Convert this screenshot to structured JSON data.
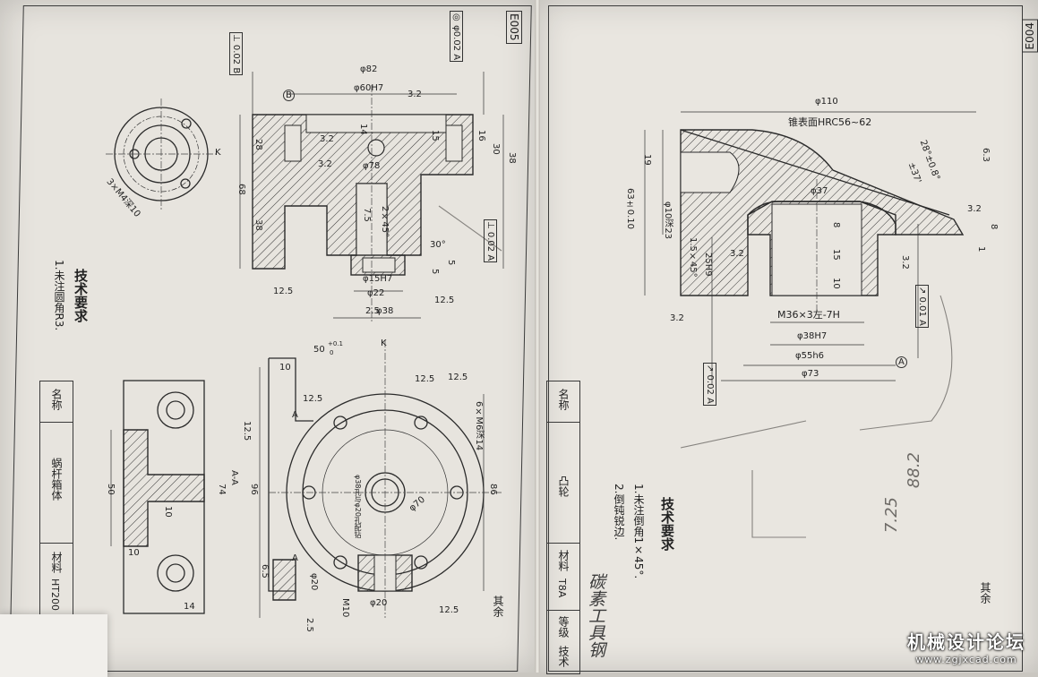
{
  "left_sheet": {
    "code": "E005",
    "tech_req_title": "技术要求",
    "tech_req_items": [
      "1.未注圆角R3."
    ],
    "title_block": {
      "name_label": "名称",
      "part_name": "蜗杆箱体",
      "material_label": "材料",
      "material": "HT200"
    },
    "roughness_rest": "其余",
    "tolerance_frames": [
      "⊥ 0.02 B",
      "◎ φ0.02 A",
      "⊥ 0.02 A"
    ],
    "dims_top": [
      "φ82",
      "φ60H7",
      "3.2",
      "14",
      "15",
      "16",
      "30",
      "38",
      "28",
      "68",
      "38",
      "φ78",
      "3.2",
      "2×45°",
      "7.5",
      "30°",
      "5",
      "5",
      "φ15H7",
      "φ22",
      "φ38",
      "12.5",
      "12.5",
      "2.5",
      "3.2"
    ],
    "dims_flange": [
      "3×M4深10",
      "K",
      "B"
    ],
    "dims_bottom": [
      "50",
      "+0.1",
      "0",
      "K",
      "10",
      "12.5",
      "A",
      "A",
      "6×M6深14",
      "12.5",
      "A-A",
      "96",
      "86",
      "φ70",
      "φ20",
      "φ20",
      "M10",
      "12.5",
      "2.5",
      "6.5",
      "74",
      "50",
      "10",
      "10",
      "14",
      "12.5",
      "12.5"
    ],
    "note_vertical": "φ38孔与φ20孔配钻"
  },
  "right_sheet": {
    "code": "E004",
    "tech_req_title": "技术要求",
    "tech_req_items": [
      "1.未注倒角1×45°.",
      "2.倒钝锐边."
    ],
    "title_block": {
      "name_label": "名称",
      "part_name": "凸轮",
      "material_label": "材料",
      "material": "T8A",
      "grade_label": "等级",
      "extra": "技术"
    },
    "roughness_rest": "其余",
    "dims": [
      "φ110",
      "锥表面HRC56~62",
      "28°±0.8°",
      "±37'",
      "6.3",
      "19",
      "63±0.10",
      "φ10深23",
      "φ37",
      "8",
      "15",
      "10",
      "1.5×45°",
      "25H9",
      "3.2",
      "3.2",
      "3.2",
      "M36×3左-7H",
      "φ38H7",
      "φ55h6",
      "φ73",
      "8",
      "1",
      "3.2",
      "A"
    ],
    "tolerance_frames": [
      "↗ 0.01 A",
      "↗ 0.02 A"
    ],
    "handwriting": [
      "碳素工具钢",
      "88.2",
      "7.25"
    ]
  },
  "watermark": {
    "title": "机械设计论坛",
    "url": "www.zgjxcad.com"
  }
}
